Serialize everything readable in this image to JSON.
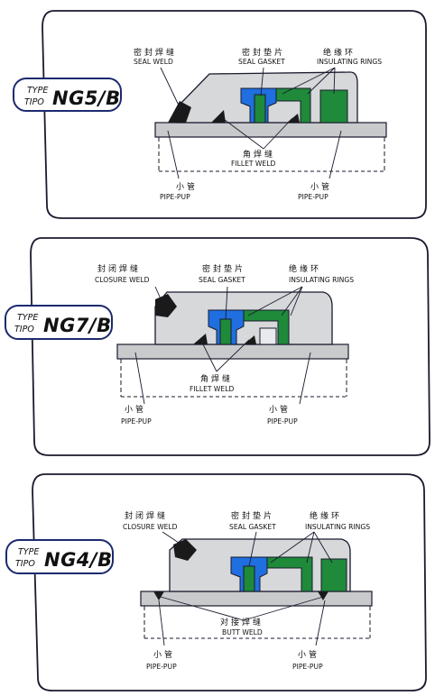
{
  "panels": [
    {
      "type_label": "TYPE",
      "tipo_label": "TIPO",
      "model": "NG5/B",
      "weld_label_zh": "密封焊缝",
      "weld_label_en": "SEAL WELD",
      "gasket_label_zh": "密封垫片",
      "gasket_label_en": "SEAL GASKET",
      "rings_label_zh": "绝缘环",
      "rings_label_en": "INSULATING RINGS",
      "lower_weld_zh": "角焊缝",
      "lower_weld_en": "FILLET WELD",
      "pup_left_zh": "小管",
      "pup_left_en": "PIPE-PUP",
      "pup_right_zh": "小管",
      "pup_right_en": "PIPE-PUP"
    },
    {
      "type_label": "TYPE",
      "tipo_label": "TIPO",
      "model": "NG7/B",
      "weld_label_zh": "封闭焊缝",
      "weld_label_en": "CLOSURE WELD",
      "gasket_label_zh": "密封垫片",
      "gasket_label_en": "SEAL GASKET",
      "rings_label_zh": "绝缘环",
      "rings_label_en": "INSULATING RINGS",
      "lower_weld_zh": "角焊缝",
      "lower_weld_en": "FILLET WELD",
      "pup_left_zh": "小管",
      "pup_left_en": "PIPE-PUP",
      "pup_right_zh": "小管",
      "pup_right_en": "PIPE-PUP"
    },
    {
      "type_label": "TYPE",
      "tipo_label": "TIPO",
      "model": "NG4/B",
      "weld_label_zh": "封闭焊缝",
      "weld_label_en": "CLOSURE WELD",
      "gasket_label_zh": "密封垫片",
      "gasket_label_en": "SEAL GASKET",
      "rings_label_zh": "绝缘环",
      "rings_label_en": "INSULATING RINGS",
      "lower_weld_zh": "对接焊缝",
      "lower_weld_en": "BUTT WELD",
      "pup_left_zh": "小管",
      "pup_left_en": "PIPE-PUP",
      "pup_right_zh": "小管",
      "pup_right_en": "PIPE-PUP"
    }
  ],
  "colors": {
    "gasket": "#1f6fe0",
    "insulating_ring": "#1e8a3a",
    "body": "#c8cacc",
    "body_light": "#dcdee0",
    "weld": "#1a1a1a",
    "outline": "#1a1a2e",
    "badge_border": "#1c2a6e"
  }
}
